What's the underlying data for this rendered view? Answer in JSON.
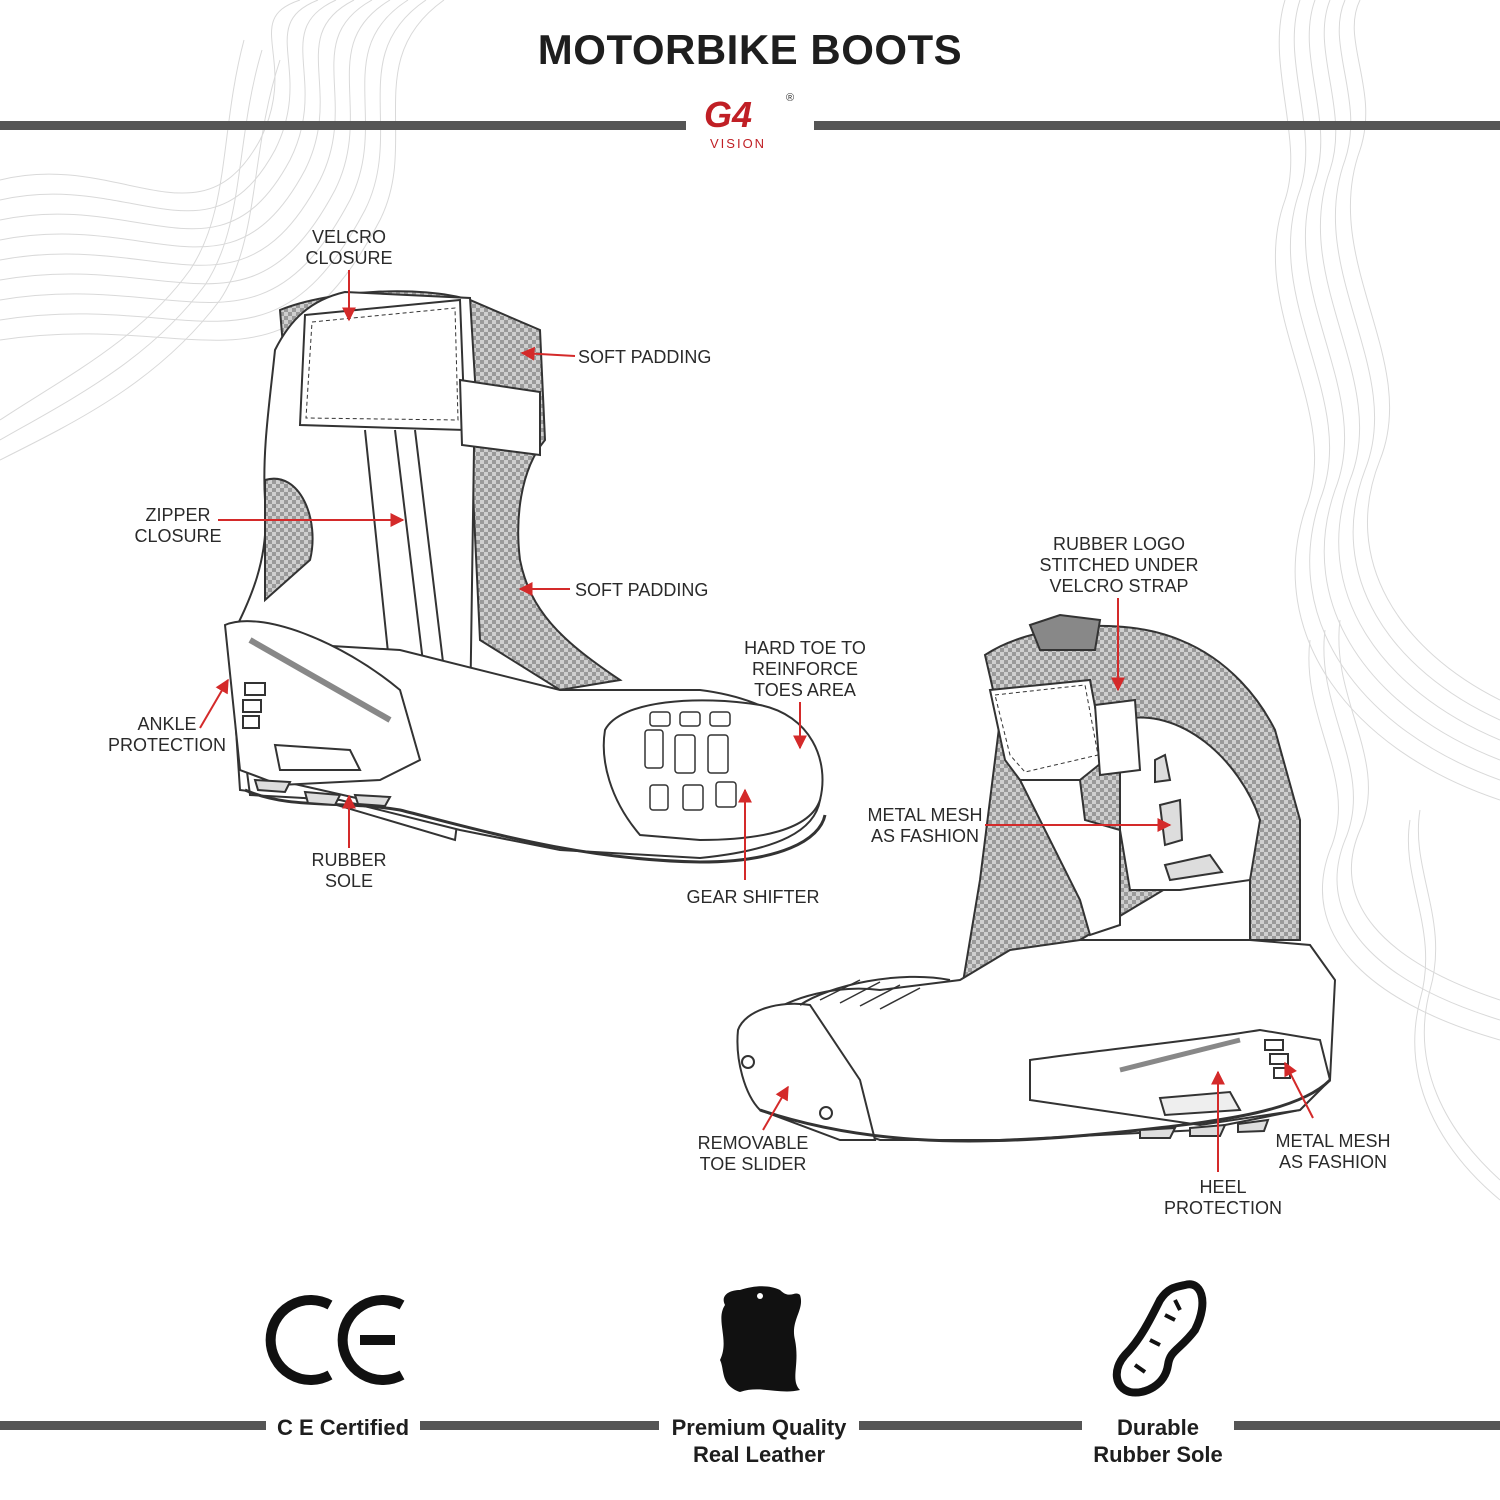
{
  "header": {
    "title": "MOTORBIKE BOOTS",
    "logo": {
      "mark": "G4",
      "sub": "VISION",
      "registered": "®"
    }
  },
  "callouts": {
    "velcro_closure": [
      "VELCRO",
      "CLOSURE"
    ],
    "soft_padding_top": [
      "SOFT PADDING"
    ],
    "zipper_closure": [
      "ZIPPER",
      "CLOSURE"
    ],
    "soft_padding_mid": [
      "SOFT PADDING"
    ],
    "hard_toe": [
      "HARD TOE TO",
      "REINFORCE",
      "TOES AREA"
    ],
    "ankle_protection": [
      "ANKLE",
      "PROTECTION"
    ],
    "rubber_sole": [
      "RUBBER",
      "SOLE"
    ],
    "gear_shifter": [
      "GEAR SHIFTER"
    ],
    "rubber_logo": [
      "RUBBER LOGO",
      "STITCHED UNDER",
      "VELCRO STRAP"
    ],
    "metal_mesh_left": [
      "METAL MESH",
      "AS FASHION"
    ],
    "removable_toe_slider": [
      "REMOVABLE",
      "TOE SLIDER"
    ],
    "metal_mesh_right": [
      "METAL MESH",
      "AS FASHION"
    ],
    "heel_protection": [
      "HEEL",
      "PROTECTION"
    ]
  },
  "features": [
    {
      "icon": "ce-mark-icon",
      "lines": [
        "C E Certified"
      ]
    },
    {
      "icon": "leather-hide-icon",
      "lines": [
        "Premium Quality",
        "Real Leather"
      ]
    },
    {
      "icon": "boot-sole-icon",
      "lines": [
        "Durable",
        "Rubber Sole"
      ]
    }
  ],
  "colors": {
    "arrow": "#d42a2a",
    "bar": "#555555",
    "outline": "#333333",
    "mesh": "#9a9a9a"
  }
}
